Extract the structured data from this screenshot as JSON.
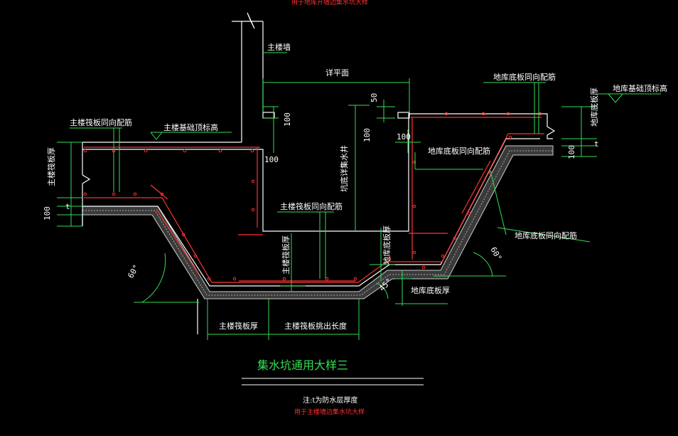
{
  "top_note": "用于地库开墙边集水坑大样",
  "labels": {
    "main_wall": "主楼墙",
    "detail_plan": "详平面",
    "main_raft_dir_bar": "主楼筏板同向配筋",
    "main_found_top": "主楼基础顶标高",
    "basement_slab_dir_bar_top": "地库底板同向配筋",
    "basement_found_top": "地库基础顶标高",
    "basement_slab_thk_right": "地库底板厚",
    "basement_slab_dir_bar_mid": "地库底板同向配筋",
    "pit_bottom_elev": "坑底详集水井",
    "main_raft_dir_bar_mid": "主楼筏板同向配筋",
    "main_raft_thk_left": "主楼筏板厚",
    "main_raft_thk_mid": "主楼筏板厚",
    "basement_slab_thk_mid": "地库底板厚",
    "basement_slab_dir_bar_right": "地库底板同向配筋",
    "basement_slab_thk_bottom": "地库底板厚",
    "main_raft_thk_bottom": "主楼筏板厚",
    "main_raft_extension": "主楼筏板挑出长度"
  },
  "dims": {
    "d100_wall": "100",
    "d100_below": "100",
    "d50": "50",
    "d100_pit": "100",
    "d100_right": "100",
    "d100_right_low": "100",
    "d100_left": "100",
    "t_left": "t",
    "t_right": "t",
    "angle_left": "60°",
    "angle_right": "60°",
    "angle_step": "45°"
  },
  "title": "集水坑通用大样三",
  "note": "注:t为防水层厚度",
  "bottom_note": "用于主楼墙边集水坑大样",
  "colors": {
    "background": "#000000",
    "outline": "#ffffff",
    "dimension": "#33dd55",
    "rebar": "#ff3333",
    "hatch": "#9a9a9a"
  }
}
